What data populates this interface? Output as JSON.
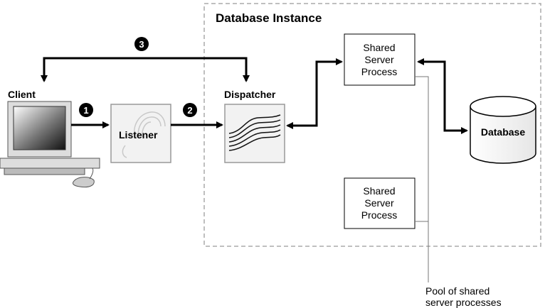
{
  "title": "Database Instance",
  "nodes": {
    "client": "Client",
    "listener": "Listener",
    "dispatcher": "Dispatcher",
    "database": "Database",
    "shared_server_1": [
      "Shared",
      "Server",
      "Process"
    ],
    "shared_server_2": [
      "Shared",
      "Server",
      "Process"
    ]
  },
  "steps": [
    "1",
    "2",
    "3"
  ],
  "pool_label": [
    "Pool of shared",
    "server processes"
  ],
  "colors": {
    "line": "#000000",
    "box_border": "#999999",
    "box_fill": "#f2f2f2",
    "instance_border": "#aaaaaa",
    "step_badge": "#000000"
  },
  "icons": [
    "computer-icon",
    "headset-icon",
    "wave-lines-icon",
    "cylinder-icon"
  ]
}
